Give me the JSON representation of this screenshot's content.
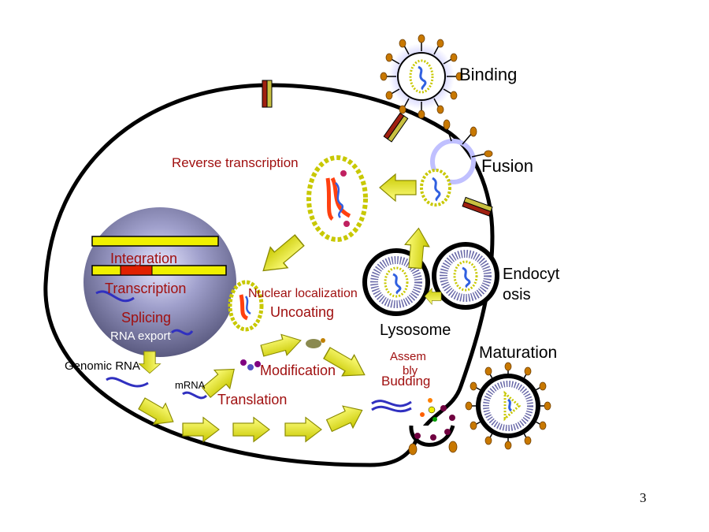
{
  "labels": {
    "binding": "Binding",
    "fusion": "Fusion",
    "endocytosis_1": "Endocyt",
    "endocytosis_2": "osis",
    "lysosome": "Lysosome",
    "maturation": "Maturation",
    "reverse_transcription": "Reverse transcription",
    "integration": "Integration",
    "transcription": "Transcription",
    "splicing": "Splicing",
    "rna_export": "RNA export",
    "genomic_rna": "Genomic RNA",
    "mrna": "mRNA",
    "translation": "Translation",
    "modification": "Modification",
    "nuclear_localization": "Nuclear localization",
    "uncoating": "Uncoating",
    "assembly_1": "Assem",
    "assembly_2": "bly",
    "budding": "Budding"
  },
  "page_number": "3",
  "colors": {
    "dark_red": "#a01010",
    "arrow_fill": "#e6e600",
    "arrow_stroke": "#8a8a00",
    "nucleus": "#9a9ac8",
    "rna_blue": "#3030c0",
    "capsid_bead": "#f0f000"
  }
}
